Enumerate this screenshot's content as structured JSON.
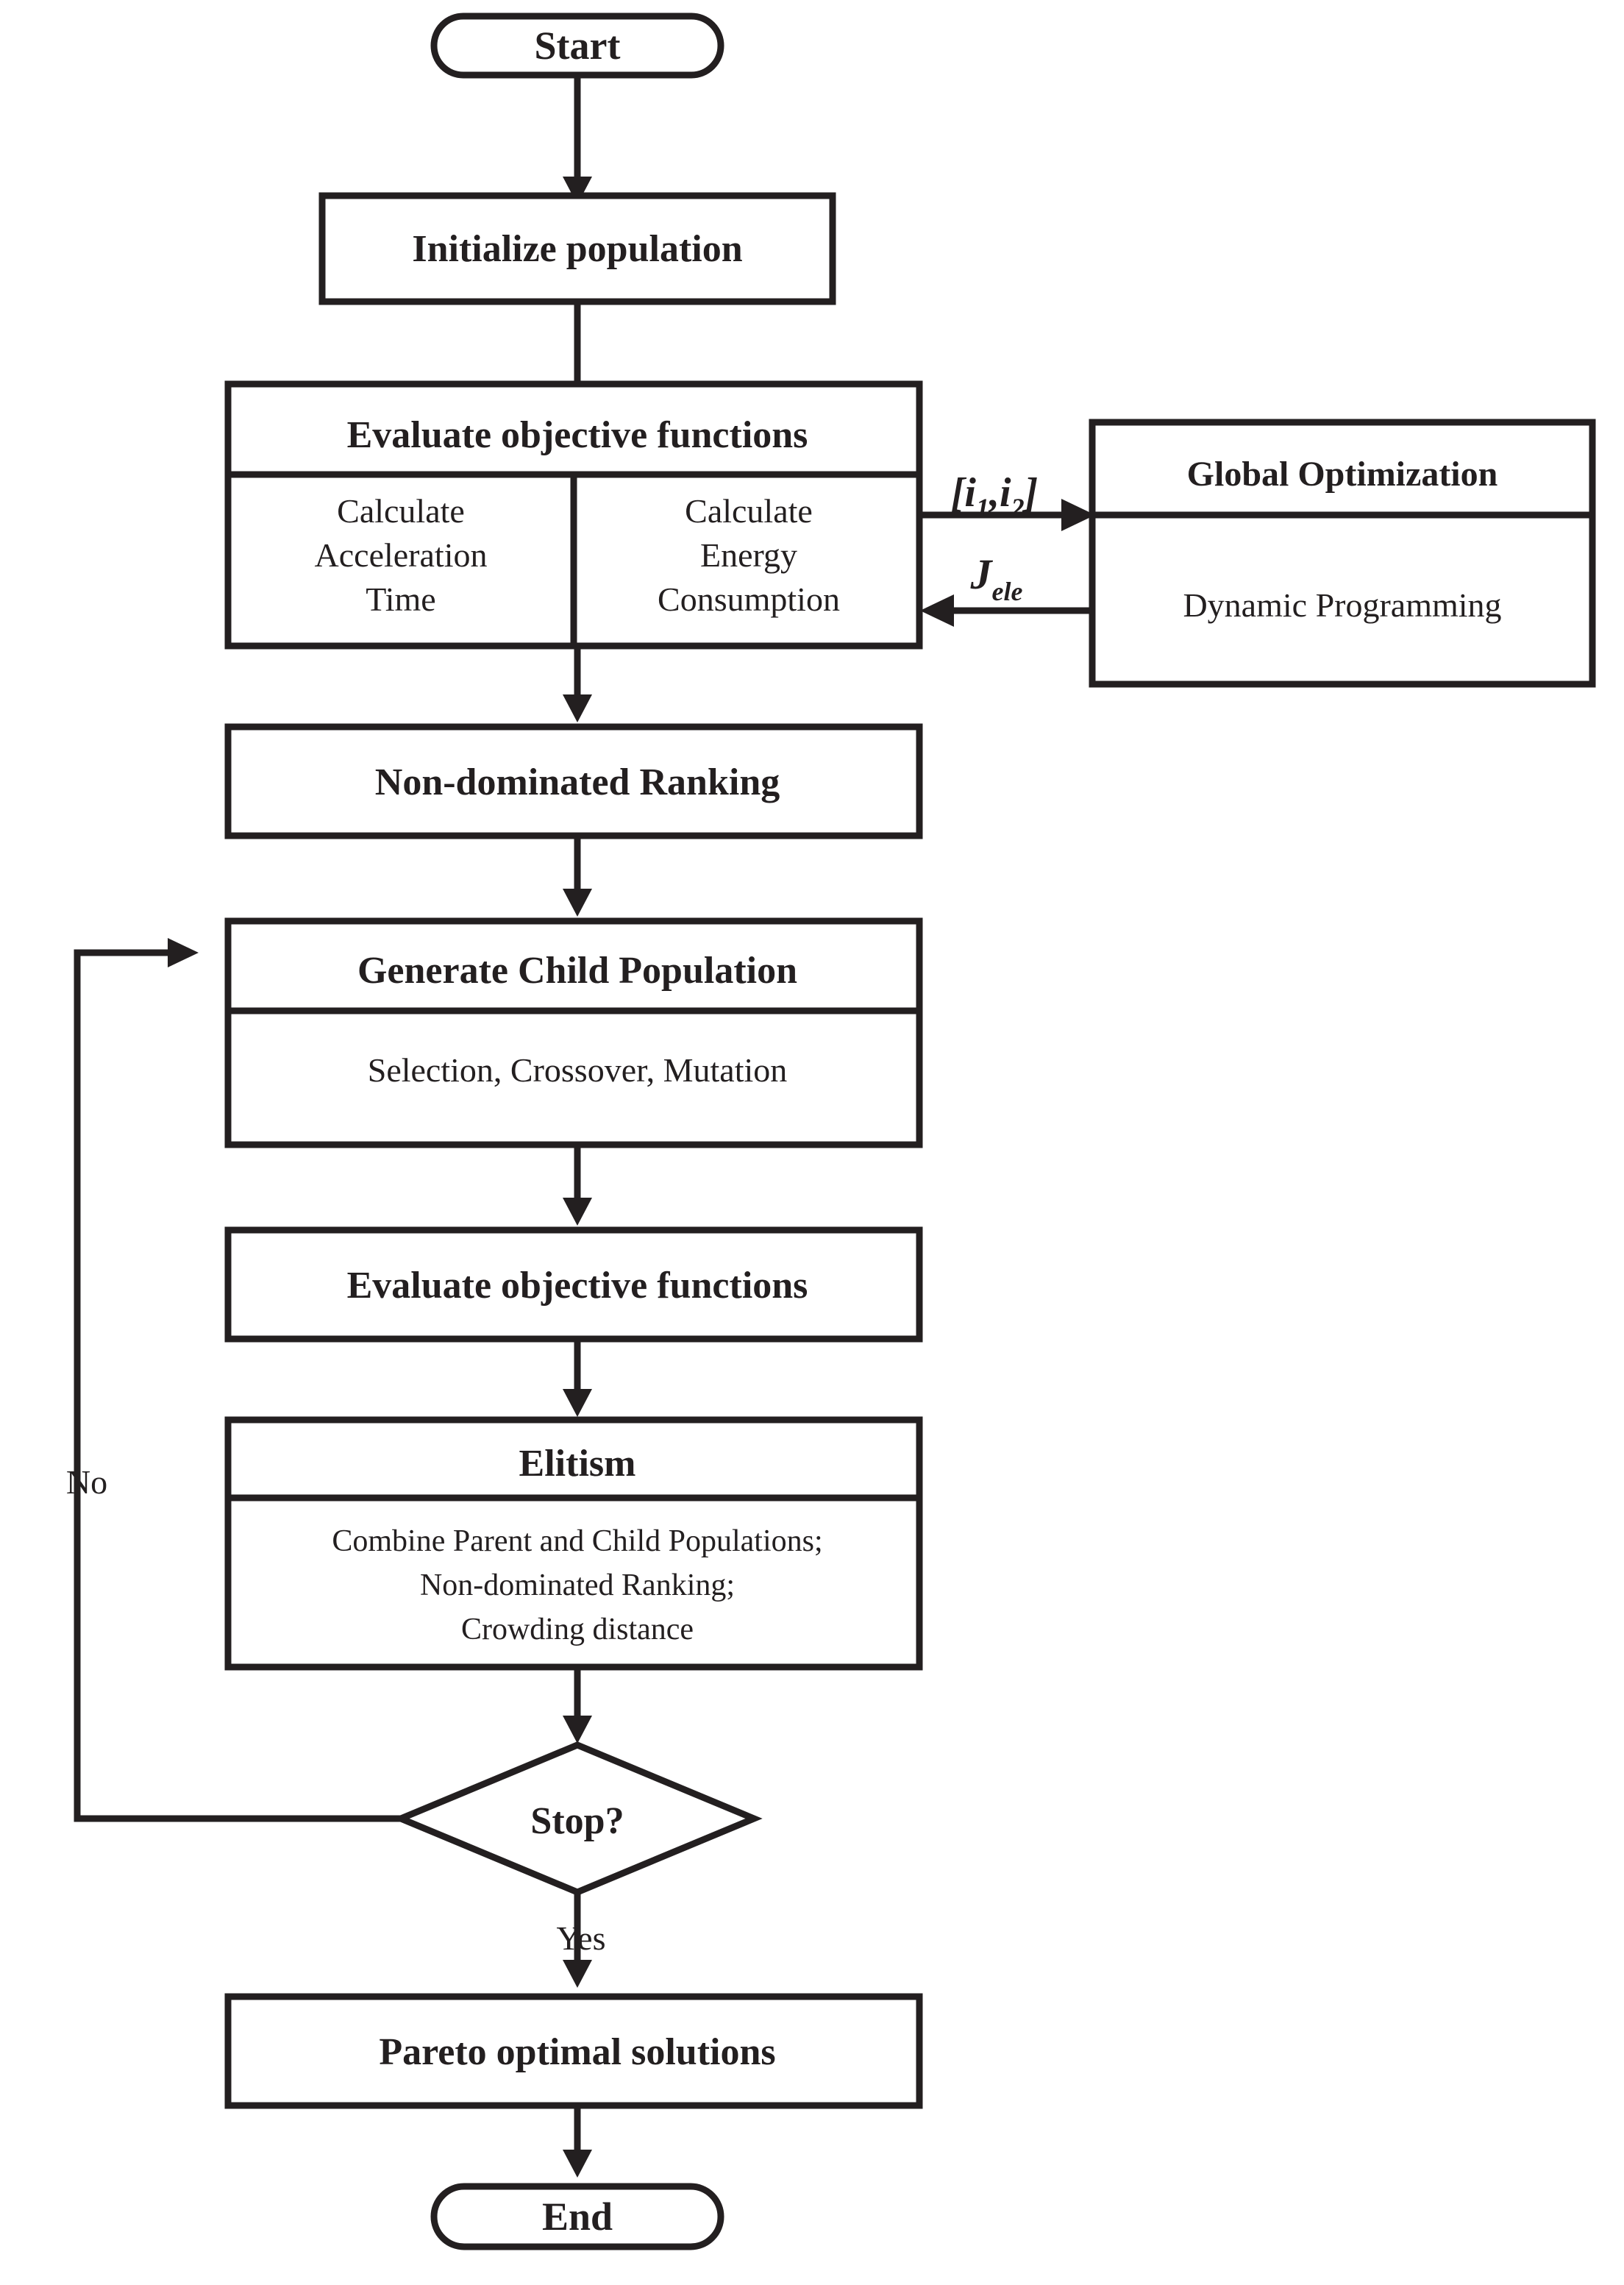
{
  "diagram": {
    "type": "flowchart",
    "title": "NSGA-II multi-objective optimization flowchart with nested dynamic programming",
    "nodes": {
      "start": {
        "label": "Start",
        "shape": "stadium"
      },
      "initialize": {
        "label": "Initialize population",
        "shape": "rectangle"
      },
      "evaluate1": {
        "header": "Evaluate objective functions",
        "shape": "rectangle-split",
        "left_cell": "Calculate\nAcceleration\nTime",
        "left_cell_lines": [
          "Calculate",
          "Acceleration",
          "Time"
        ],
        "right_cell": "Calculate\nEnergy\nConsumption",
        "right_cell_lines": [
          "Calculate",
          "Energy",
          "Consumption"
        ]
      },
      "global_opt": {
        "header": "Global Optimization",
        "body": "Dynamic Programming",
        "shape": "rectangle-split"
      },
      "ranking": {
        "label": "Non-dominated Ranking",
        "shape": "rectangle"
      },
      "child_pop": {
        "header": "Generate Child Population",
        "body": "Selection, Crossover, Mutation",
        "shape": "rectangle-split"
      },
      "evaluate2": {
        "label": "Evaluate objective functions",
        "shape": "rectangle"
      },
      "elitism": {
        "header": "Elitism",
        "body_lines": [
          "Combine Parent and Child Populations;",
          "Non-dominated Ranking;",
          "Crowding distance"
        ],
        "shape": "rectangle-split"
      },
      "stop": {
        "label": "Stop?",
        "shape": "diamond"
      },
      "pareto": {
        "label": "Pareto optimal solutions",
        "shape": "rectangle"
      },
      "end": {
        "label": "End",
        "shape": "stadium"
      }
    },
    "edge_labels": {
      "to_global_main": "[i",
      "to_global_sub1": "1",
      "to_global_comma": ",i",
      "to_global_sub2": "2",
      "to_global_close": "]",
      "to_global_full": "[i1,i2]",
      "from_global_main": "J",
      "from_global_sub": "ele",
      "from_global_full": "Jele",
      "loop_no": "No",
      "branch_yes": "Yes"
    },
    "colors": {
      "ink": "#231f20",
      "background": "#ffffff"
    }
  }
}
